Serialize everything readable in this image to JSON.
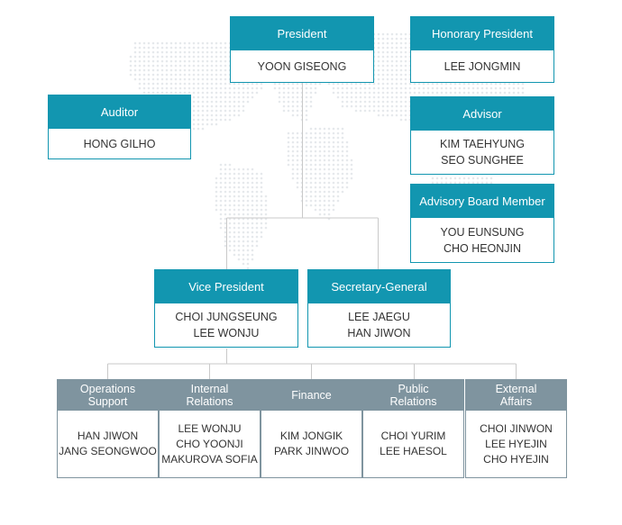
{
  "colors": {
    "accent": "#1296b0",
    "dept_header": "#7f949f",
    "connector": "#c9c9c9",
    "map_dots": "#e6e9ec"
  },
  "president": {
    "title": "President",
    "names": [
      "YOON GISEONG"
    ]
  },
  "honorary_president": {
    "title": "Honorary President",
    "names": [
      "LEE JONGMIN"
    ]
  },
  "auditor": {
    "title": "Auditor",
    "names": [
      "HONG GILHO"
    ]
  },
  "advisor": {
    "title": "Advisor",
    "names": [
      "KIM TAEHYUNG",
      "SEO SUNGHEE"
    ]
  },
  "advisory_board": {
    "title": "Advisory Board Member",
    "names": [
      "YOU EUNSUNG",
      "CHO HEONJIN"
    ]
  },
  "vice_president": {
    "title": "Vice President",
    "names": [
      "CHOI JUNGSEUNG",
      "LEE WONJU"
    ]
  },
  "secretary_general": {
    "title": "Secretary-General",
    "names": [
      "LEE JAEGU",
      "HAN JIWON"
    ]
  },
  "departments": [
    {
      "title": [
        "Operations",
        "Support"
      ],
      "names": [
        "HAN JIWON",
        "JANG SEONGWOO"
      ]
    },
    {
      "title": [
        "Internal",
        "Relations"
      ],
      "names": [
        "LEE WONJU",
        "CHO YOONJI",
        "MAKUROVA SOFIA"
      ]
    },
    {
      "title": [
        "Finance"
      ],
      "names": [
        "KIM JONGIK",
        "PARK JINWOO"
      ]
    },
    {
      "title": [
        "Public",
        "Relations"
      ],
      "names": [
        "CHOI YURIM",
        "LEE HAESOL"
      ]
    },
    {
      "title": [
        "External",
        "Affairs"
      ],
      "names": [
        "CHOI JINWON",
        "LEE HYEJIN",
        "CHO HYEJIN"
      ]
    }
  ]
}
